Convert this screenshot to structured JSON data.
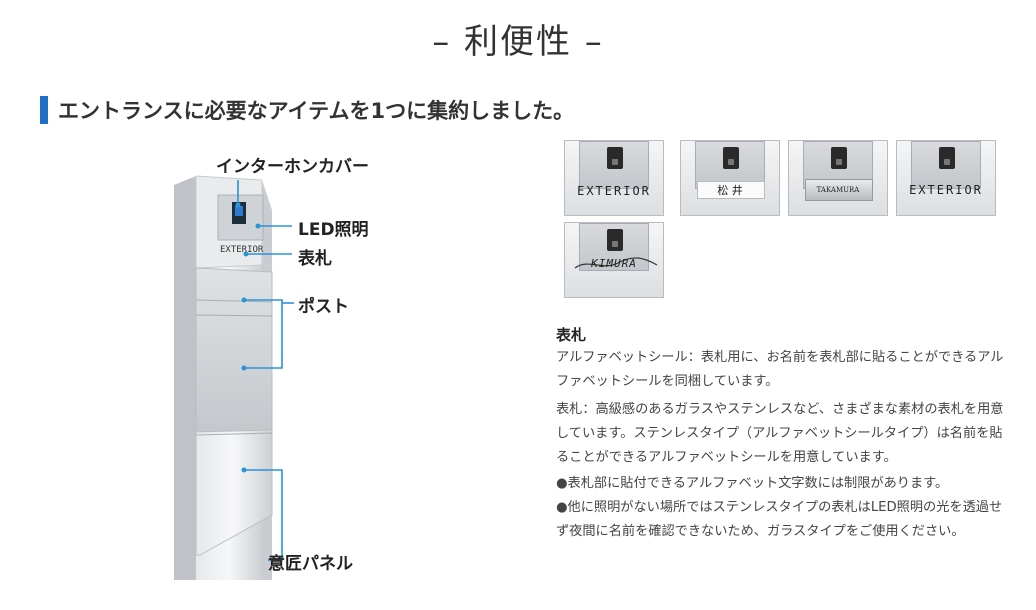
{
  "page": {
    "title": "– 利便性 –",
    "section_heading": "エントランスに必要なアイテムを1つに集約しました。"
  },
  "illustration": {
    "callouts": {
      "intercom_cover": "インターホンカバー",
      "led": "LED照明",
      "nameplate": "表札",
      "post": "ポスト",
      "design_panel": "意匠パネル"
    },
    "plate_text": "EXTERIOR"
  },
  "thumbnails": [
    {
      "name": "EXTERIOR"
    },
    {
      "name": "松 井"
    },
    {
      "name": "TAKAMURA"
    },
    {
      "name": "EXTERIOR"
    },
    {
      "name": "KIMURA"
    }
  ],
  "info": {
    "heading": "表札",
    "p1": "アルファベットシール：表札用に、お名前を表札部に貼ることができるアルファベットシールを同梱しています。",
    "p2": "表札：高級感のあるガラスやステンレスなど、さまざまな素材の表札を用意しています。ステンレスタイプ（アルファベットシールタイプ）は名前を貼ることができるアルファベットシールを用意しています。",
    "note1": "●表札部に貼付できるアルファベット文字数には制限があります。",
    "note2": "●他に照明がない場所ではステンレスタイプの表札はLED照明の光を透過せず夜間に名前を確認できないため、ガラスタイプをご使用ください。"
  },
  "colors": {
    "accent": "#1f6fc5",
    "callout_line": "#2b93d8"
  }
}
